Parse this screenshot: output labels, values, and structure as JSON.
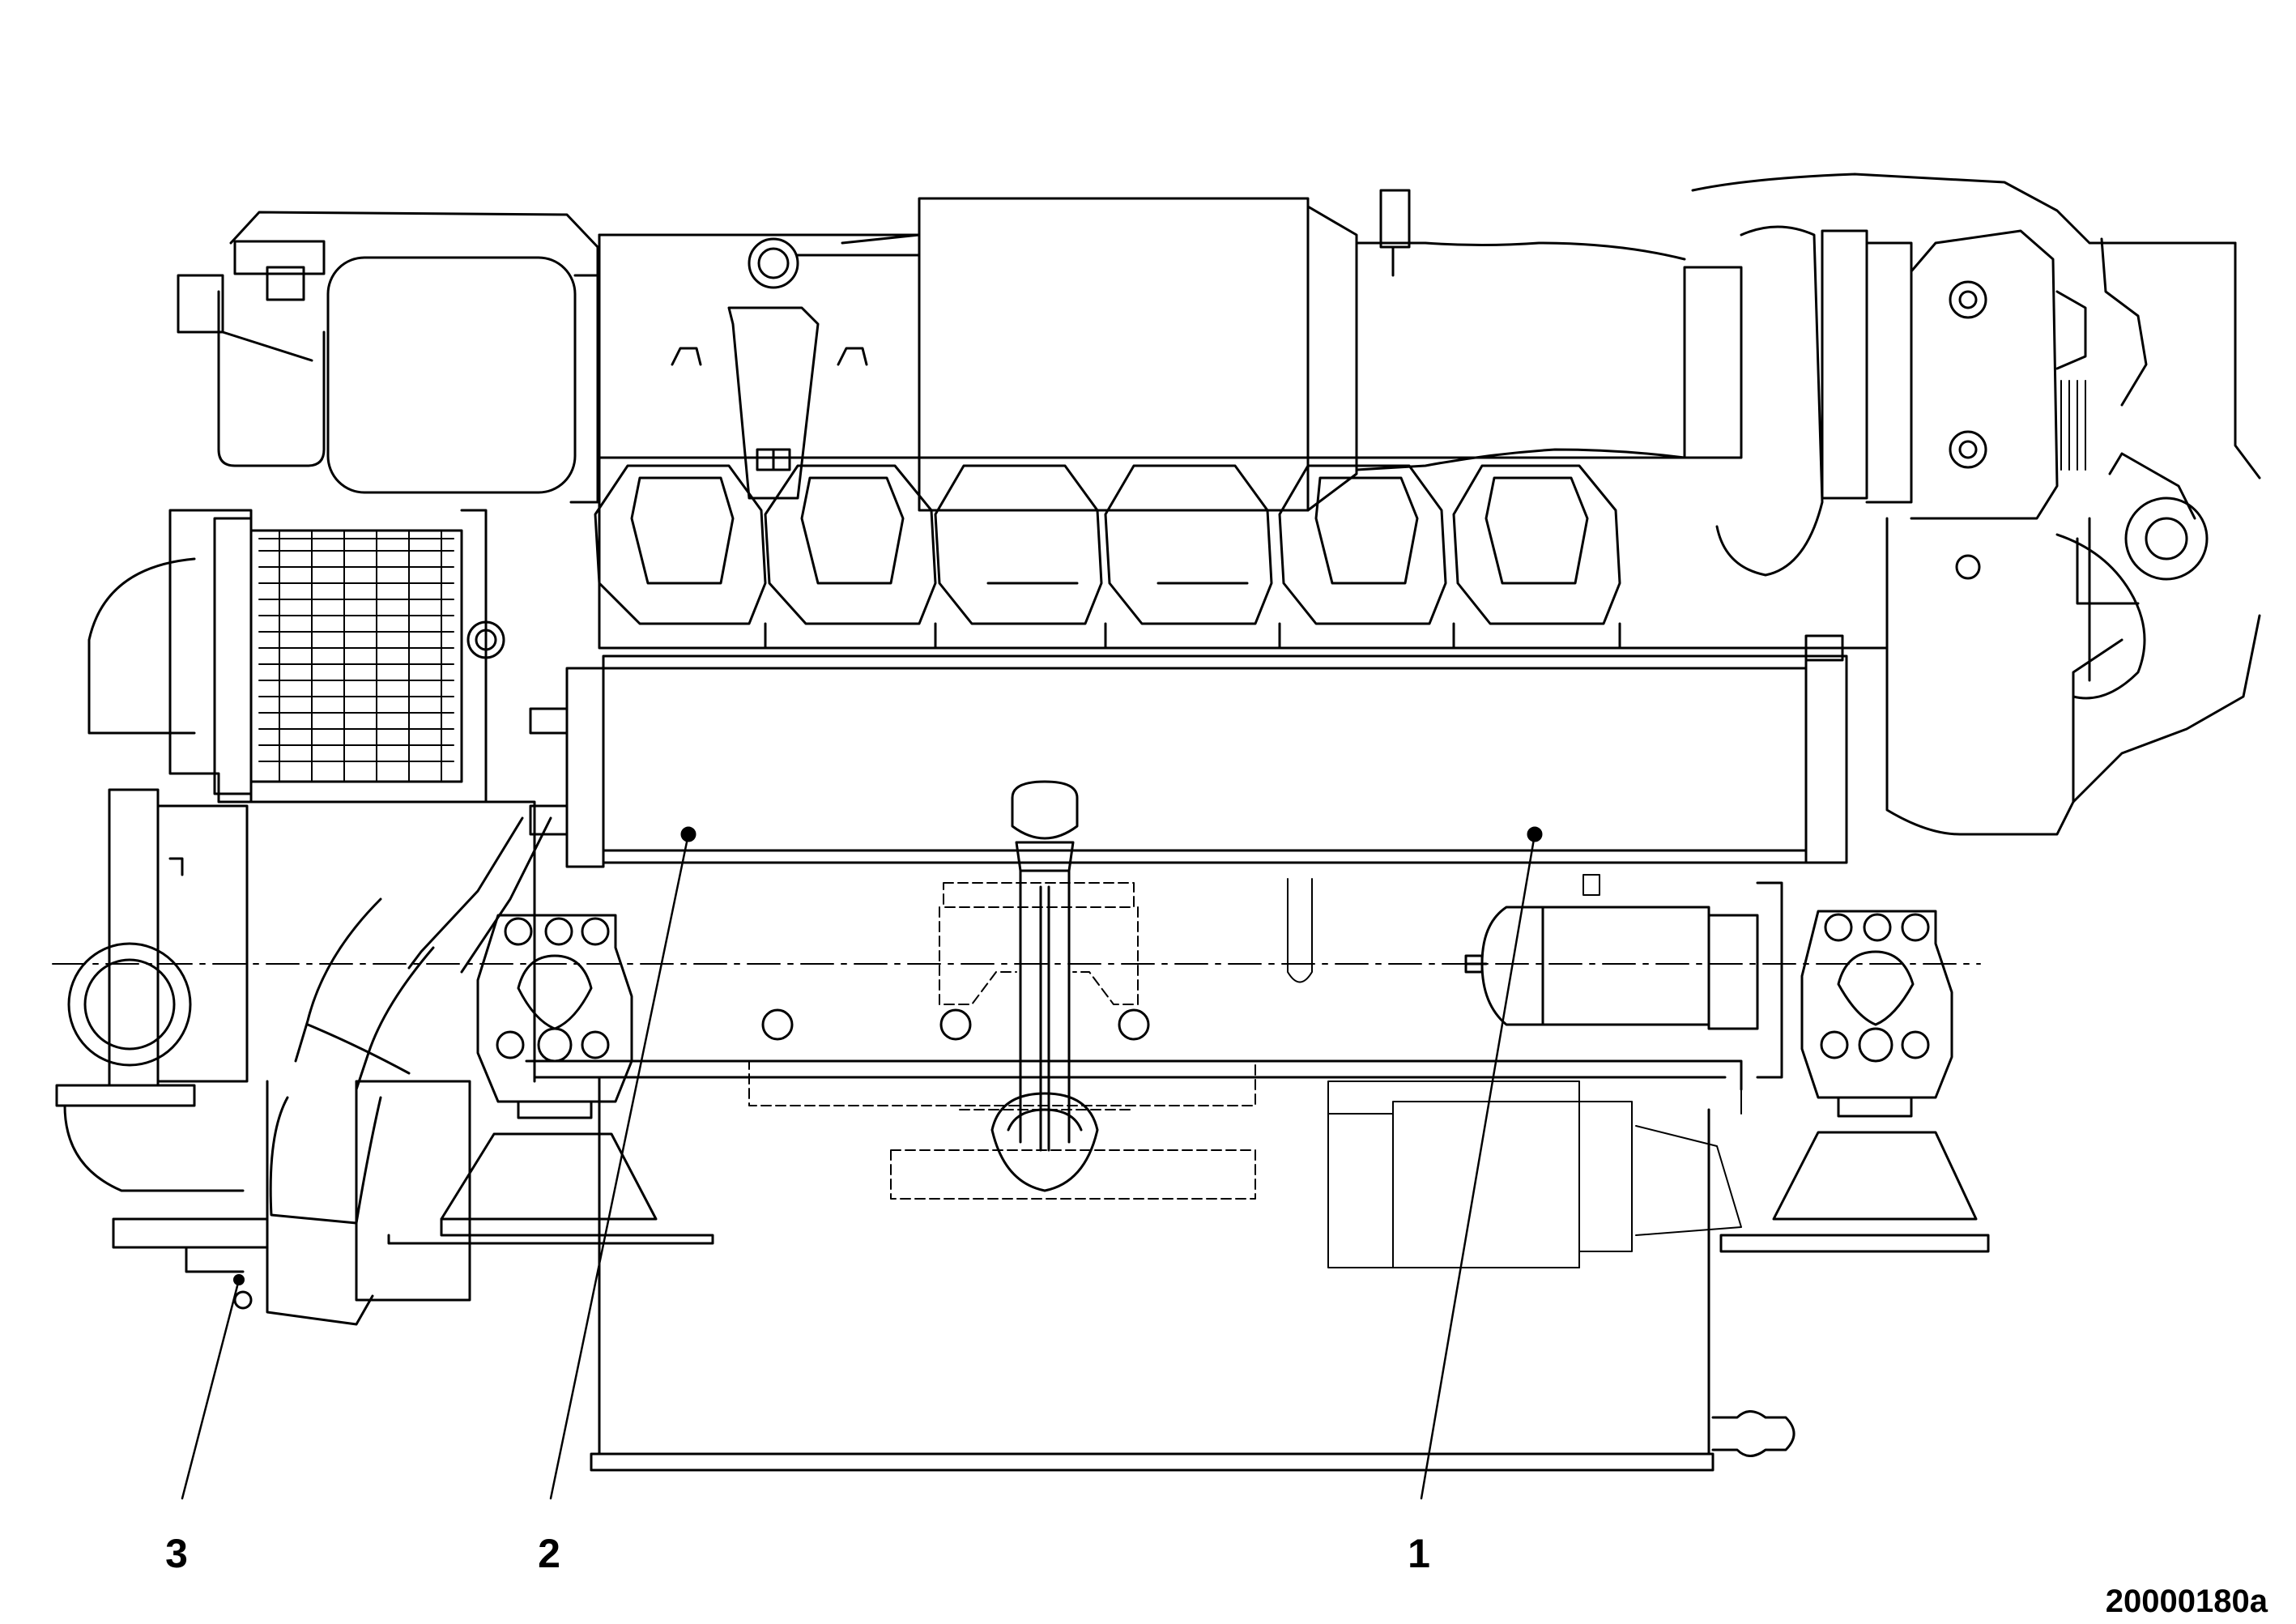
{
  "drawing": {
    "figure_id": "20000180a",
    "callouts": [
      {
        "label": "3"
      },
      {
        "label": "2"
      },
      {
        "label": "1"
      }
    ]
  }
}
